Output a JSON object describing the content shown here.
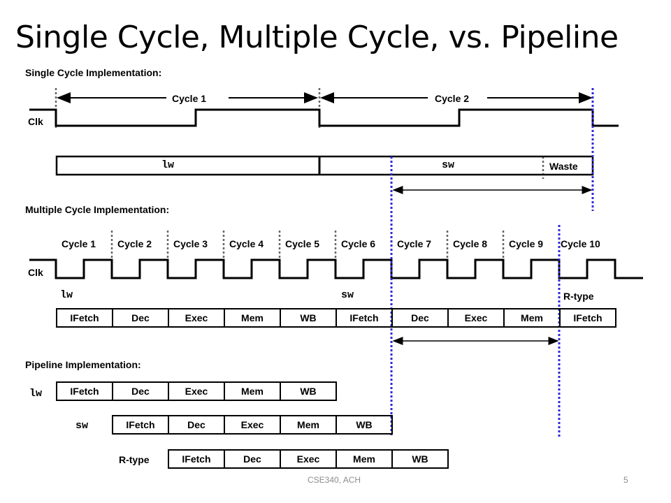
{
  "title": "Single Cycle, Multiple Cycle, vs. Pipeline",
  "single": {
    "heading": "Single Cycle Implementation:",
    "clk": "Clk",
    "cycles": [
      "Cycle 1",
      "Cycle 2"
    ],
    "instr_lw": "lw",
    "instr_sw": "sw",
    "waste": "Waste"
  },
  "multi": {
    "heading": "Multiple Cycle Implementation:",
    "clk": "Clk",
    "cycles": [
      "Cycle 1",
      "Cycle 2",
      "Cycle 3",
      "Cycle 4",
      "Cycle 5",
      "Cycle 6",
      "Cycle 7",
      "Cycle 8",
      "Cycle 9",
      "Cycle 10"
    ],
    "instr_lw": "lw",
    "instr_sw": "sw",
    "instr_r": "R-type",
    "stages": [
      "IFetch",
      "Dec",
      "Exec",
      "Mem",
      "WB",
      "IFetch",
      "Dec",
      "Exec",
      "Mem",
      "IFetch"
    ]
  },
  "pipeline": {
    "heading": "Pipeline Implementation:",
    "rows": [
      {
        "label": "lw",
        "stages": [
          "IFetch",
          "Dec",
          "Exec",
          "Mem",
          "WB"
        ]
      },
      {
        "label": "sw",
        "stages": [
          "IFetch",
          "Dec",
          "Exec",
          "Mem",
          "WB"
        ]
      },
      {
        "label": "R-type",
        "stages": [
          "IFetch",
          "Dec",
          "Exec",
          "Mem",
          "WB"
        ]
      }
    ]
  },
  "footer": {
    "course": "CSE340, ACH",
    "page": "5"
  },
  "colors": {
    "marker_blue": "#2b2bd8",
    "dotted_gray": "#666666"
  }
}
